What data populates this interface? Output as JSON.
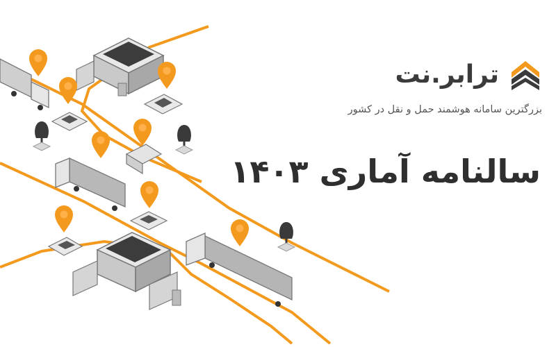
{
  "brand": {
    "name": "ترابر.نت",
    "logo_icon": "tarabar-house-chevron-icon",
    "accent_color": "#f39a1e",
    "dark_color": "#3b3b3b"
  },
  "tagline": "بزرگترین سامانه هوشمند حمل و نقل در کشور",
  "headline": "سالنامه آماری ۱۴۰۳",
  "illustration": {
    "road_color": "#f39a1e",
    "pin_color": "#f39a1e",
    "icons": [
      "truck-icon",
      "car-icon",
      "van-icon",
      "warehouse-icon",
      "tree-icon",
      "location-pin-icon"
    ]
  }
}
